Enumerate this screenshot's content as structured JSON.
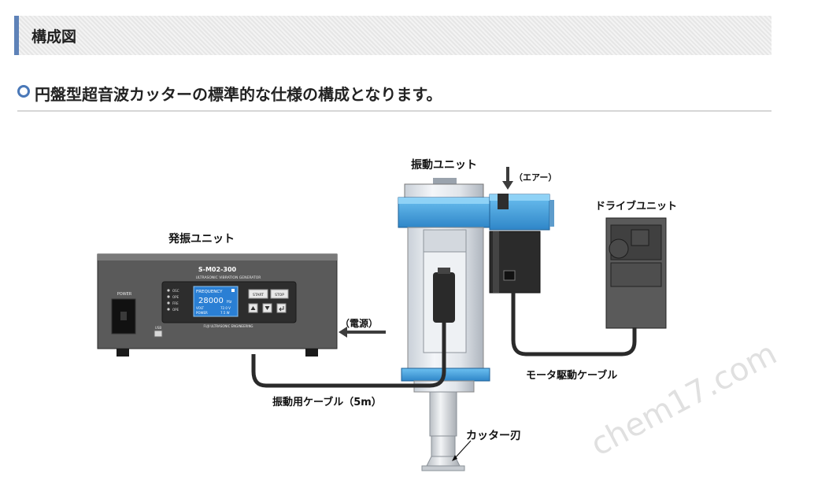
{
  "header": {
    "title": "構成図"
  },
  "subtitle": "円盤型超音波カッターの標準的な仕様の構成となります。",
  "labels": {
    "vibration_unit": "振動ユニット",
    "air": "（エアー）",
    "drive_unit": "ドライブユニット",
    "generator_unit": "発振ユニット",
    "power": "（電源）",
    "motor_cable": "モータ駆動ケーブル",
    "vibration_cable": "振動用ケーブル（5m）",
    "cutter_blade": "カッター刃"
  },
  "generator": {
    "model": "S-M02-300",
    "subtitle": "ULTRASONIC VIBRATION GENERATOR",
    "power_label": "POWER",
    "usb_label": "USB",
    "maker": "FUJI ULTRASONIC ENGINEERING",
    "screen_title": "FREQUENCY",
    "frequency": "28000",
    "unit": "Hz",
    "volt_label": "VOLT",
    "volt_value": "72.0 V",
    "power_row_label": "POWER",
    "power_row_value": "7.5 W",
    "indicators": [
      "OSC",
      "OPE",
      "FRE",
      "OPE"
    ],
    "start": "START",
    "stop": "STOP"
  },
  "watermark": "chem17.com"
}
